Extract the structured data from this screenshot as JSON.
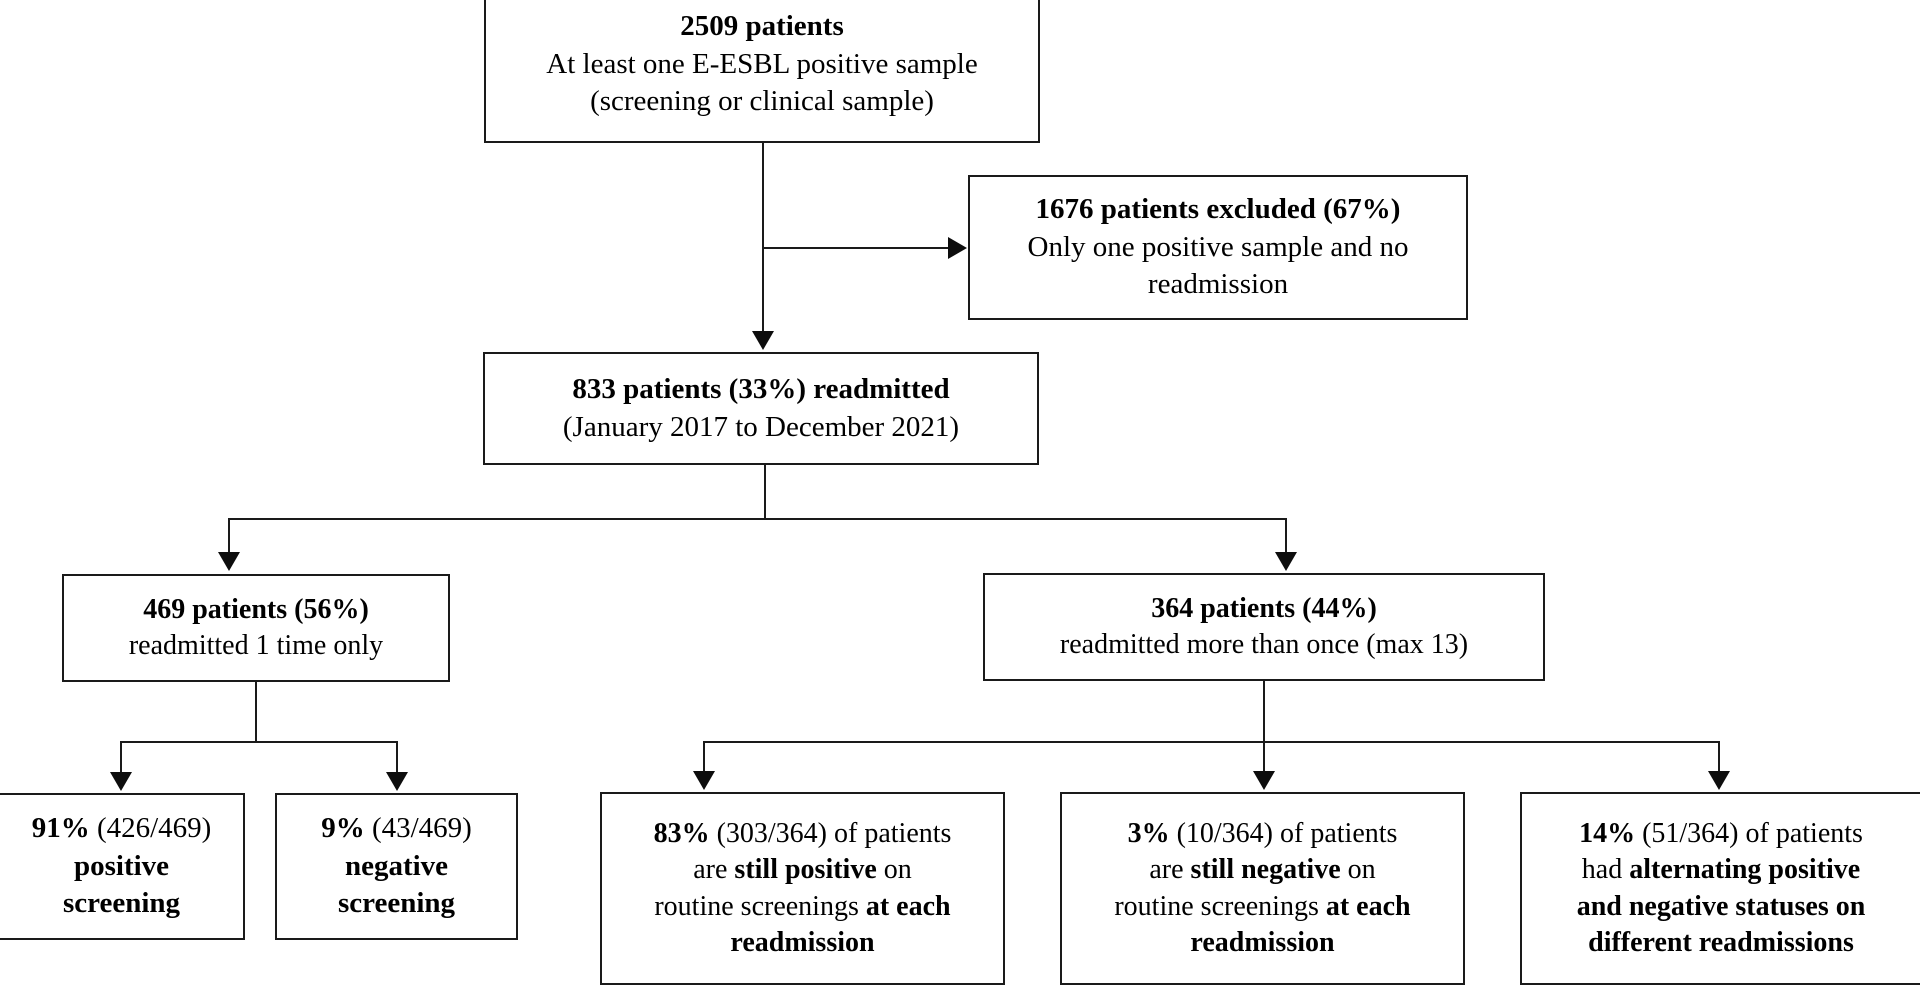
{
  "figure": {
    "type": "flowchart",
    "title": "Patient readmission and E-ESBL screening status flow diagram"
  },
  "nodes": {
    "cohort": {
      "line1": "2509 patients",
      "line2": "At least one E-ESBL positive sample",
      "line3": "(screening or clinical sample)"
    },
    "excluded": {
      "line1": "1676 patients excluded (67%)",
      "line2a": "Only one positive sample and no",
      "line2b": "readmission"
    },
    "readmitted": {
      "line1": "833 patients (33%) readmitted",
      "line2": "(January 2017 to December 2021)"
    },
    "once": {
      "line1": "469 patients (56%)",
      "line2": "readmitted 1 time only"
    },
    "multiple": {
      "line1": "364 patients (44%)",
      "line2": "readmitted more than once (max 13)"
    },
    "pos_screen": {
      "line1": "91%",
      "line1b": " (426/469)",
      "line2": "positive",
      "line3": "screening"
    },
    "neg_screen": {
      "line1": "9%",
      "line1b": " (43/469)",
      "line2": "negative",
      "line3": "screening"
    },
    "still_positive": {
      "l1a": "83%",
      "l1b": " (303/364) of patients",
      "l2a": "are ",
      "l2b": "still positive",
      "l2c": " on",
      "l3a": "routine screenings ",
      "l3b": "at each",
      "l4": "readmission"
    },
    "still_negative": {
      "l1a": "3%",
      "l1b": " (10/364) of patients",
      "l2a": "are ",
      "l2b": "still negative",
      "l2c": " on",
      "l3a": "routine screenings ",
      "l3b": "at each",
      "l4": "readmission"
    },
    "alternating": {
      "l1a": "14%",
      "l1b": " (51/364) of patients",
      "l2a": "had ",
      "l2b": "alternating positive",
      "l3": "and negative statuses on",
      "l4": "different readmissions"
    }
  },
  "colors": {
    "stroke": "#1a1a1a",
    "arrow": "#0d0d0d",
    "background": "#ffffff",
    "text": "#000000"
  },
  "chart_data": {
    "type": "flowchart",
    "title": "Patient readmission and E-ESBL screening status flow diagram",
    "total_patients": 2509,
    "excluded_patients": 1676,
    "excluded_percent": 67,
    "readmitted_patients": 833,
    "readmitted_percent": 33,
    "period": "January 2017 to December 2021",
    "branches": [
      {
        "label": "readmitted 1 time only",
        "n": 469,
        "percent": 56,
        "children": [
          {
            "label": "positive screening",
            "n": 426,
            "denominator": 469,
            "percent": 91
          },
          {
            "label": "negative screening",
            "n": 43,
            "denominator": 469,
            "percent": 9
          }
        ]
      },
      {
        "label": "readmitted more than once (max 13)",
        "n": 364,
        "percent": 44,
        "children": [
          {
            "label": "still positive on routine screenings at each readmission",
            "n": 303,
            "denominator": 364,
            "percent": 83
          },
          {
            "label": "still negative on routine screenings at each readmission",
            "n": 10,
            "denominator": 364,
            "percent": 3
          },
          {
            "label": "alternating positive and negative statuses on different readmissions",
            "n": 51,
            "denominator": 364,
            "percent": 14
          }
        ]
      }
    ]
  }
}
